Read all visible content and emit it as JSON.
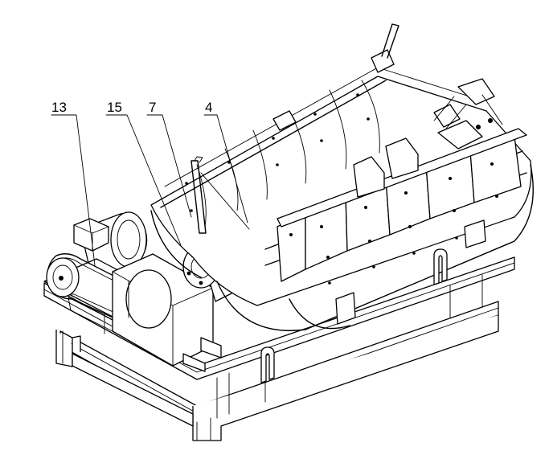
{
  "callouts": [
    {
      "id": "13",
      "label": "13"
    },
    {
      "id": "15",
      "label": "15"
    },
    {
      "id": "7",
      "label": "7"
    },
    {
      "id": "4",
      "label": "4"
    }
  ],
  "colors": {
    "line": "#000000",
    "paper": "#ffffff"
  }
}
